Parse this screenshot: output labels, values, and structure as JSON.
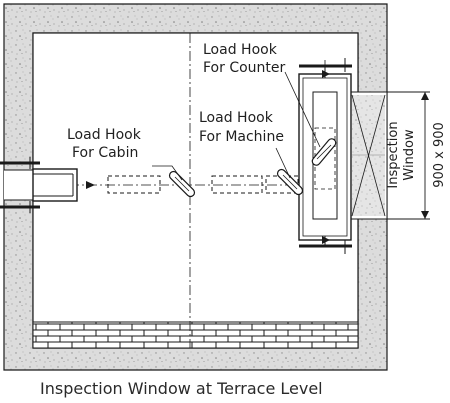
{
  "labels": {
    "load_hook_counter": [
      "Load Hook",
      "For Counter"
    ],
    "load_hook_machine": [
      "Load Hook",
      "For Machine"
    ],
    "load_hook_cabin": [
      "Load Hook",
      "For Cabin"
    ],
    "inspection_window": [
      "Inspection",
      "Window"
    ],
    "dimension": "900 x 900"
  },
  "caption": "Inspection Window at Terrace Level",
  "colors": {
    "concrete": "#d9d9d9",
    "concrete_speckle": "#8f8f8f",
    "line": "#1a1a1a",
    "background": "#ffffff"
  }
}
